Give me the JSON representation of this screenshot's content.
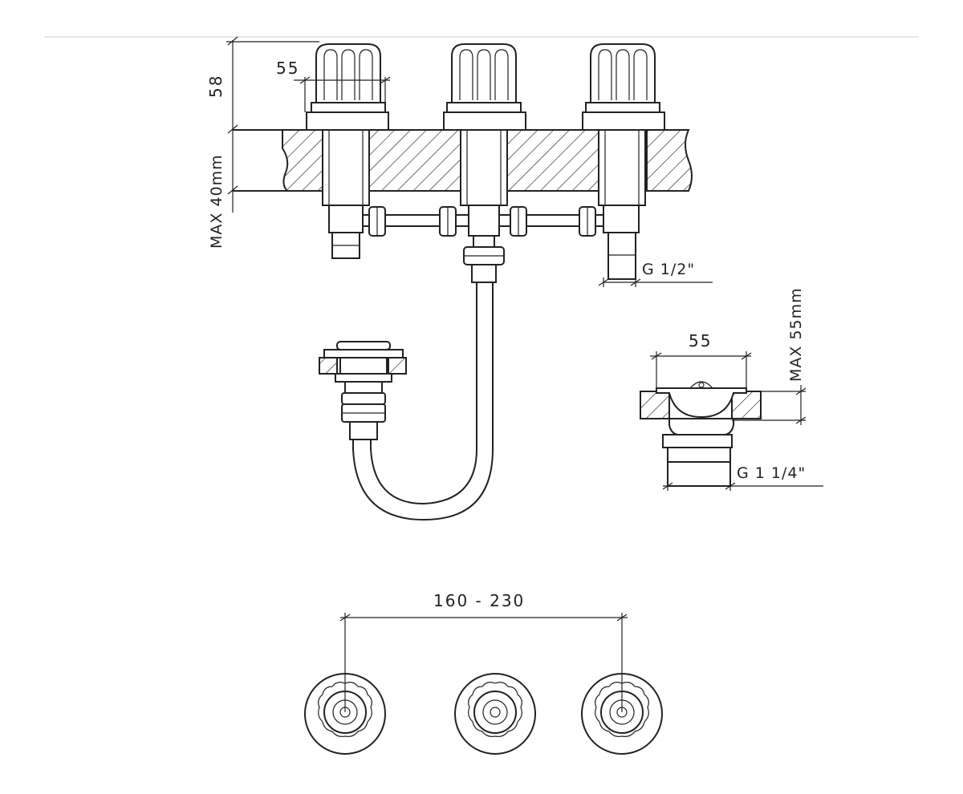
{
  "dimensions": {
    "handle_height": "58",
    "handle_width": "55",
    "max_deck_thickness": "MAX 40mm",
    "inlet_thread": "G 1/2\"",
    "drain_width": "55",
    "drain_max_deck": "MAX 55mm",
    "drain_thread": "G 1 1/4\"",
    "spread": "160 - 230"
  }
}
